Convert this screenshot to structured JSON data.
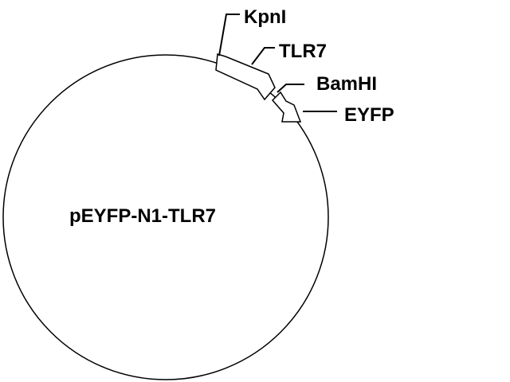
{
  "plasmid": {
    "name": "pEYFP-N1-TLR7"
  },
  "labels": {
    "kpni": "KpnI",
    "tlr7": "TLR7",
    "bamhi": "BamHI",
    "eyfp": "EYFP"
  },
  "colors": {
    "stroke": "#000000",
    "background": "#ffffff"
  }
}
